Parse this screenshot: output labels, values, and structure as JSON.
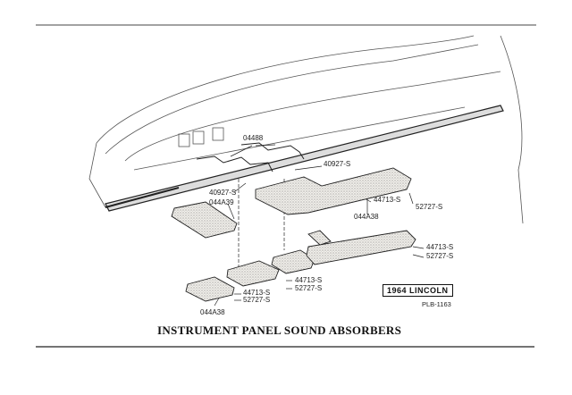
{
  "diagram": {
    "title": "INSTRUMENT PANEL SOUND ABSORBERS",
    "vehicle_badge": "1964 LINCOLN",
    "plate_number": "PLB-1163",
    "callouts": [
      {
        "id": "bracket",
        "text": "04488"
      },
      {
        "id": "screw-upper-right",
        "text": "40927-S"
      },
      {
        "id": "screw-upper-left",
        "text": "40927-S"
      },
      {
        "id": "absorber-left-upper",
        "text": "044A39"
      },
      {
        "id": "clip-upper",
        "text": "44713-S"
      },
      {
        "id": "screw-upper-end",
        "text": "52727-S"
      },
      {
        "id": "absorber-upper",
        "text": "044A38"
      },
      {
        "id": "clip-right",
        "text": "44713-S"
      },
      {
        "id": "screw-right",
        "text": "52727-S"
      },
      {
        "id": "clip-middle",
        "text": "44713-S"
      },
      {
        "id": "screw-middle",
        "text": "52727-S"
      },
      {
        "id": "clip-left",
        "text": "44713-S"
      },
      {
        "id": "screw-left",
        "text": "52727-S"
      },
      {
        "id": "absorber-lower",
        "text": "044A38"
      }
    ]
  }
}
